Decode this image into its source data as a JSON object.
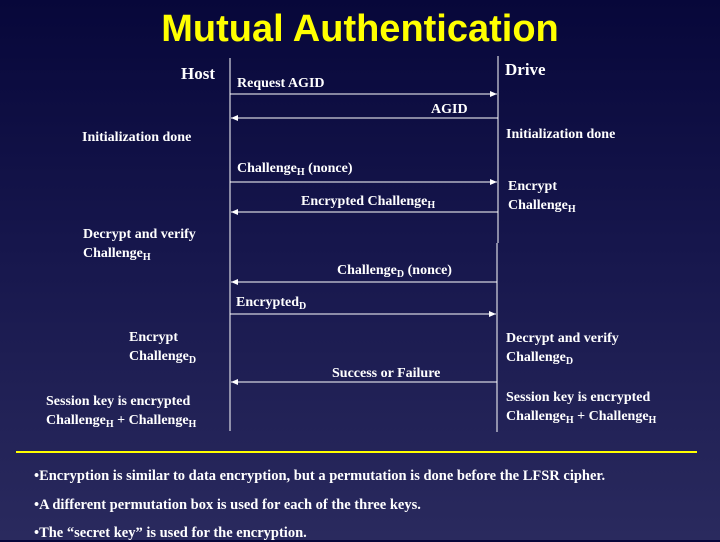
{
  "title": "Mutual Authentication",
  "host": "Host",
  "drive": "Drive",
  "messages": {
    "m1": "Request AGID",
    "m2": "AGID",
    "m3": "Challenge",
    "m3_sub": "H",
    "m3_tail": " (nonce)",
    "m4": "Encrypted Challenge",
    "m4_sub": "H",
    "m5": "Challenge",
    "m5_sub": "D",
    "m5_tail": " (nonce)",
    "m6": "Encrypted",
    "m6_sub": "D",
    "m7": "Success or Failure"
  },
  "host_notes": {
    "n1": "Initialization done",
    "n2a": "Decrypt and verify",
    "n2b": "Challenge",
    "n2b_sub": "H",
    "n3a": "Encrypt",
    "n3b": "Challenge",
    "n3b_sub": "D",
    "n4a": "Session key is encrypted",
    "n4b": "Challenge",
    "n4b_sub1": "H",
    "n4b_mid": " + Challenge",
    "n4b_sub2": "H"
  },
  "drive_notes": {
    "n1": "Initialization done",
    "n2a": "Encrypt",
    "n2b": "Challenge",
    "n2b_sub": "H",
    "n3a": "Decrypt and verify",
    "n3b": "Challenge",
    "n3b_sub": "D",
    "n4a": "Session key is encrypted",
    "n4b": "Challenge",
    "n4b_sub1": "H",
    "n4b_mid": " + Challenge",
    "n4b_sub2": "H"
  },
  "bullets": [
    "•Encryption is similar to data encryption, but a permutation is done before the LFSR cipher.",
    "•A different permutation box is used for each of the three keys.",
    "•The “secret key” is used for the encryption."
  ],
  "colors": {
    "title": "#ffff00",
    "rule": "#ffff00"
  }
}
